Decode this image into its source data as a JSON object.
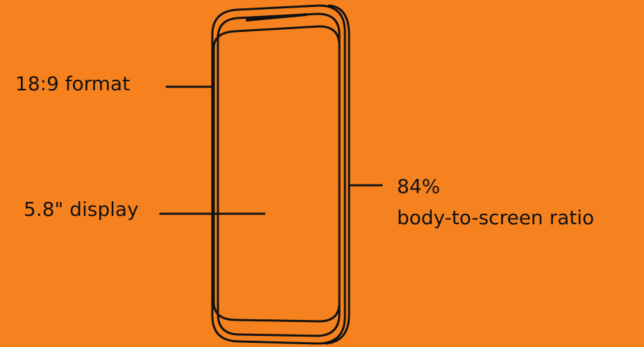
{
  "colors": {
    "background": "#F5821F",
    "line": "#111111"
  },
  "diagram": {
    "icon": "smartphone-outline",
    "callouts": {
      "format": "18:9 format",
      "display": "5.8\" display",
      "ratio_value": "84%",
      "ratio_text": "body-to-screen ratio"
    }
  }
}
